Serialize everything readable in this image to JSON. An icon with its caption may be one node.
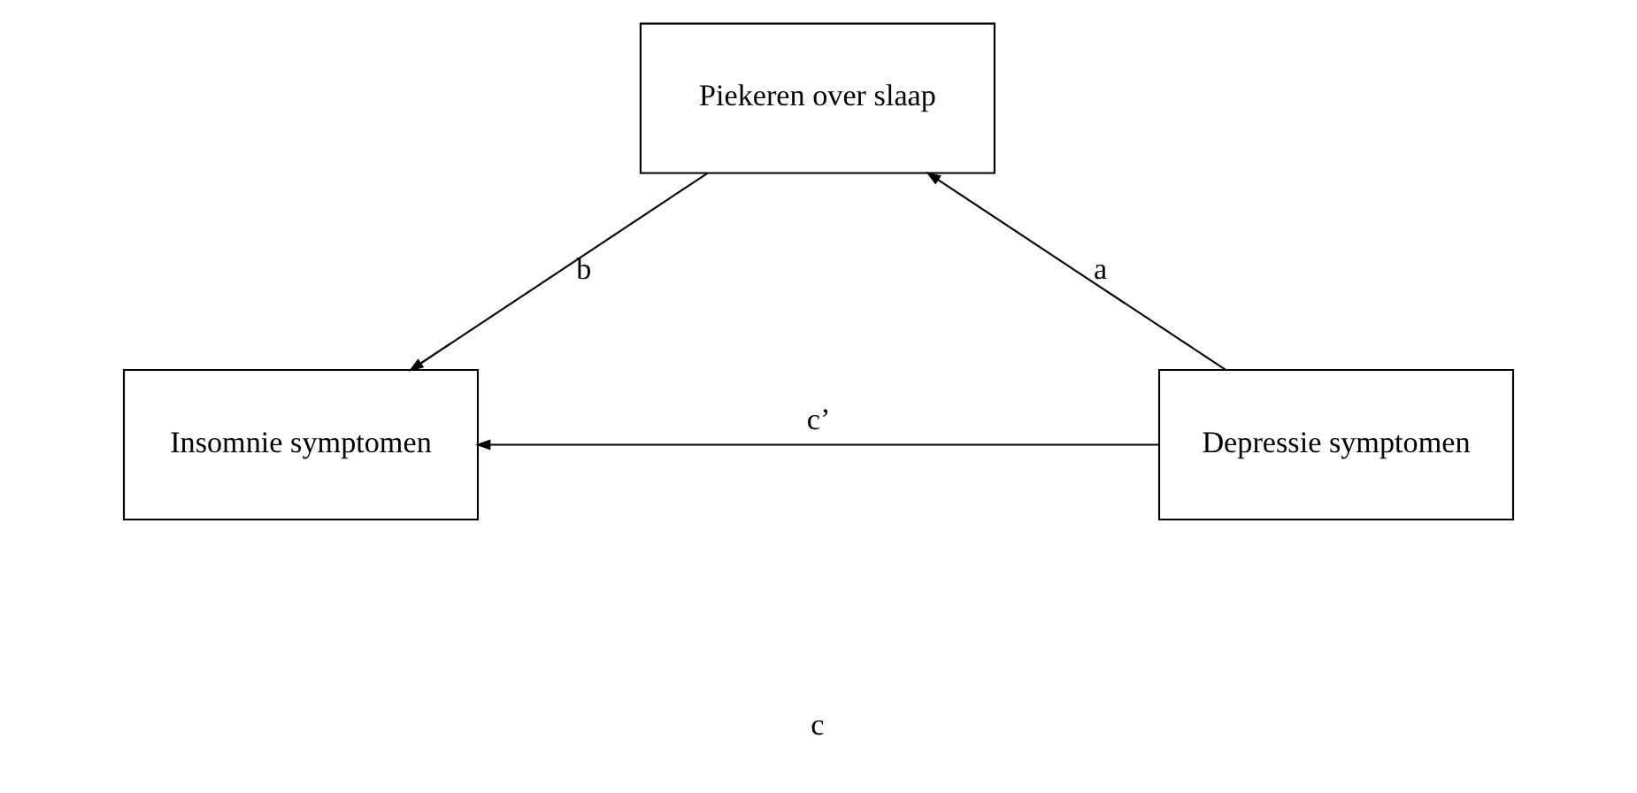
{
  "diagram": {
    "nodes": [
      {
        "text": [
          "Piekeren over slaap"
        ]
      },
      {
        "text": [
          "Depressie symptomen"
        ]
      },
      {
        "text": [
          "Insomnie symptomen"
        ]
      }
    ],
    "edges": [
      {
        "from": 1,
        "to": 0,
        "arrow": "to",
        "label": "a"
      },
      {
        "from": 0,
        "to": 2,
        "arrow": "to",
        "label": "b"
      },
      {
        "from": 1,
        "to": 2,
        "arrow": "to",
        "label": "c’"
      }
    ],
    "labels": [
      "c"
    ]
  }
}
